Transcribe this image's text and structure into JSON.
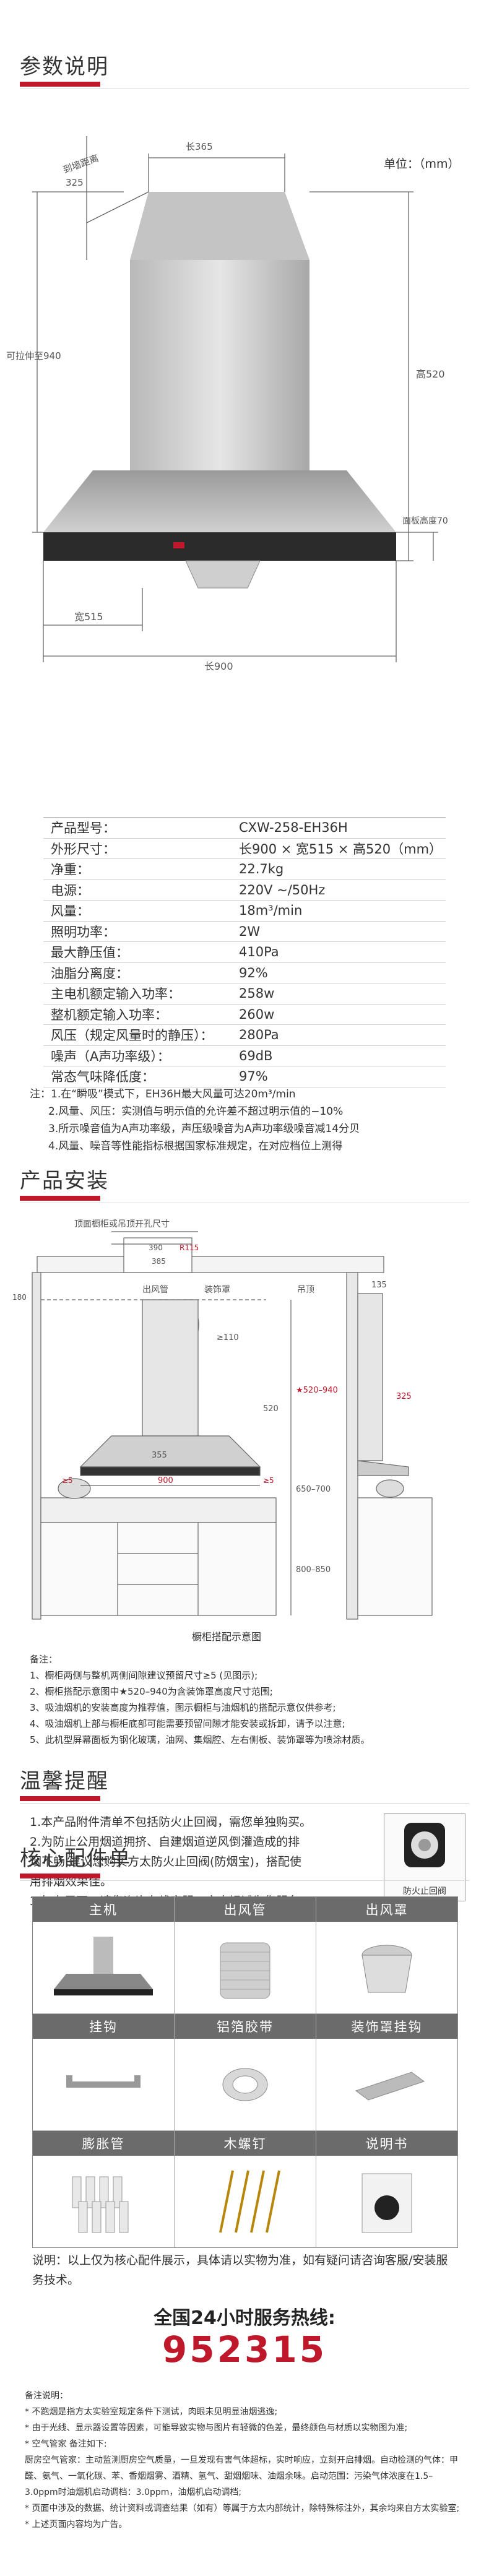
{
  "sections": {
    "params": "参数说明",
    "install": "产品安装",
    "tips": "温馨提醒",
    "accessories": "核心配件单"
  },
  "diagram": {
    "unit": "单位：（mm）",
    "top_label": "到墙距离",
    "top_w": "325",
    "top_dim": "长365",
    "retract_label": "可拉伸至940",
    "height": "高520",
    "panel_h": "面板高度70",
    "width_dim": "宽515",
    "length_dim": "长900"
  },
  "specs": [
    {
      "k": "产品型号：",
      "v": "CXW-258-EH36H"
    },
    {
      "k": "外形尺寸：",
      "v": "长900 × 宽515 × 高520（mm）"
    },
    {
      "k": "净重：",
      "v": "22.7kg"
    },
    {
      "k": "电源：",
      "v": "220V ~/50Hz"
    },
    {
      "k": "风量：",
      "v": "18m³/min"
    },
    {
      "k": "照明功率：",
      "v": "2W"
    },
    {
      "k": "最大静压值：",
      "v": "410Pa"
    },
    {
      "k": "油脂分离度：",
      "v": "92%"
    },
    {
      "k": "主电机额定输入功率：",
      "v": "258w"
    },
    {
      "k": "整机额定输入功率：",
      "v": "260w"
    },
    {
      "k": "风压（规定风量时的静压）：",
      "v": "280Pa"
    },
    {
      "k": "噪声（A声功率级）：",
      "v": "69dB"
    },
    {
      "k": "常态气味降低度：",
      "v": "97%"
    }
  ],
  "spec_notes": [
    "注：1.在“瞬吸”模式下，EH36H最大风量可达20m³/min",
    "2.风量、风压：实测值与明示值的允许差不超过明示值的−10%",
    "3.所示噪音值为A声功率级，声压级噪音为A声功率级噪音减14分贝",
    "4.风量、噪音等性能指标根据国家标准规定，在对应档位上测得"
  ],
  "install": {
    "top_label": "顶面橱柜或吊顶开孔尺寸",
    "d390": "390",
    "d385": "385",
    "dr115": "R115",
    "d180": "180",
    "outlet": "出风管",
    "clip": "装饰罩",
    "ceiling": "吊顶",
    "d110": "≥110",
    "d355": "355",
    "d520": "520",
    "d940": "★520–940",
    "d5l": "≥5",
    "d900": "900",
    "d5r": "≥5",
    "d650": "650–700",
    "d800": "800–850",
    "s135": "135",
    "s325": "325",
    "caption": "橱柜搭配示意图",
    "notes": [
      "备注：",
      "1、橱柜两侧与整机两侧间隙建议预留尺寸≥5 (见图示);",
      "2、橱柜搭配示意图中★520–940为含装饰罩高度尺寸范围;",
      "3、吸油烟机的安装高度为推荐值，图示橱柜与油烟机的搭配示意仅供参考;",
      "4、吸油烟机上部与橱柜底部可能需要预留间隙才能安装或拆卸，请予以注意;",
      "5、此机型屏幕面板为钢化玻璃，油网、集烟腔、左右侧板、装饰罩等为喷涂材质。"
    ]
  },
  "tips": {
    "lines": [
      "1.本产品附件清单不包括防火止回阀，需您单独购买。",
      "2.为防止公用烟道拥挤、自建烟道逆风倒灌造成的排",
      "烟不畅,建议您购买方太防火止回阀(防烟宝)，搭配使",
      "用排烟效果佳。",
      "3.如有需要，请您咨询在线客服，方太竭诚为您服务。"
    ],
    "valve_label": "防火止回阀"
  },
  "accessories": {
    "rows": [
      [
        "主机",
        "出风管",
        "出风罩"
      ],
      [
        "挂钩",
        "铝箔胶带",
        "装饰罩挂钩"
      ],
      [
        "膨胀管",
        "木螺钉",
        "说明书"
      ]
    ],
    "note": "说明：以上仅为核心配件展示，具体请以实物为准，如有疑问请咨询客服/安装服务技术。"
  },
  "hotline": {
    "label": "全国24小时服务热线:",
    "number": "952315"
  },
  "remarks": [
    "备注说明：",
    "* 不跑烟是指方太实验室规定条件下测试，肉眼未见明显油烟逃逸;",
    "* 由于光线、显示器设置等因素，可能导致实物与图片有轻微的色差，最终颜色与材质以实物图为准;",
    "* 空气管家 备注如下:",
    "厨房空气管家：主动监测厨房空气质量，一旦发现有害气体超标，实时响应，立刻开启排烟。自动检测的气体：甲醛、氨气、一氧化碳、苯、香烟烟雾、酒精、氢气、甜烟烟味、油烟余味。启动范围：污染气体浓度在1.5–3.0ppm时油烟机启动调档：3.0ppm，油烟机启动调档;",
    "* 页面中涉及的数据、统计资料或调查结果（如有）等属于方太内部统计，除特殊标注外，其余均来自方太实验室;",
    "* 上述页面内容均为广告。"
  ],
  "colors": {
    "accent": "#c0182b",
    "hood_dark": "#2b2b2b",
    "steel": "#9c9c9c"
  }
}
